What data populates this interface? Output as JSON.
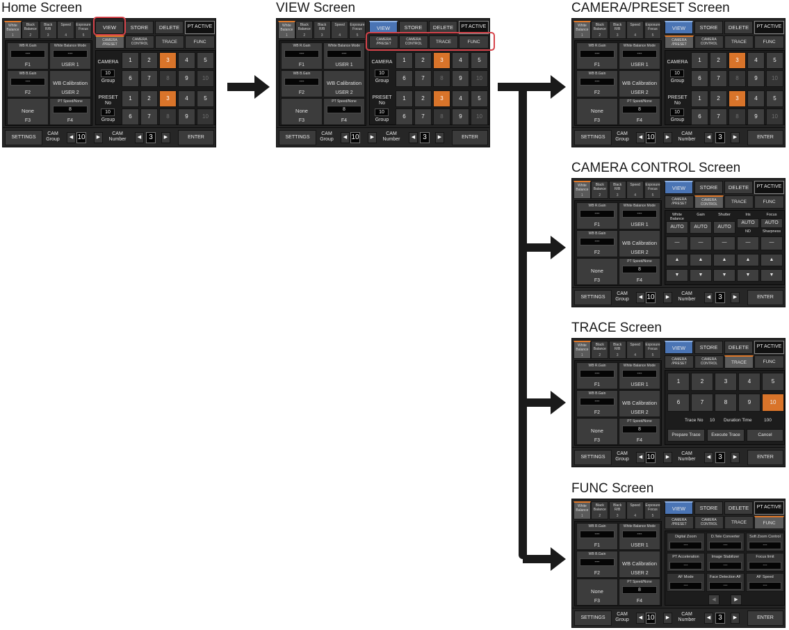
{
  "titles": {
    "home": {
      "main": "Home Screen",
      "suffix": ""
    },
    "view": {
      "main": "VIEW",
      "suffix": "Screen"
    },
    "camera_preset": {
      "main": "CAMERA/PRESET",
      "suffix": "Screen"
    },
    "camera_control": {
      "main": "CAMERA CONTROL",
      "suffix": "Screen"
    },
    "trace": {
      "main": "TRACE",
      "suffix": "Screen"
    },
    "func": {
      "main": "FUNC",
      "suffix": "Screen"
    }
  },
  "top_tabs": [
    {
      "l1": "White",
      "l2": "Balance",
      "num": "1"
    },
    {
      "l1": "Black",
      "l2": "Balance",
      "num": "2"
    },
    {
      "l1": "Black",
      "l2": "R/B",
      "num": "3"
    },
    {
      "l1": "Speed",
      "l2": "",
      "num": "4"
    },
    {
      "l1": "Exposure",
      "l2": "Focus",
      "num": "5"
    }
  ],
  "left_panel": {
    "c1": {
      "head": "WB R.Gain",
      "value": "---",
      "key": "F1"
    },
    "c2": {
      "head": "White Balance Mode",
      "value": "---",
      "key": "USER 1"
    },
    "c3": {
      "head": "WB B.Gain",
      "value": "---",
      "key": "F2"
    },
    "c4": {
      "big": "WB Calibration",
      "key": "USER 2"
    },
    "c5": {
      "big": "None",
      "key": "F3"
    },
    "c6": {
      "head": "PT Speed/None",
      "value": "8",
      "key": "F4"
    }
  },
  "nav": {
    "view": "VIEW",
    "store": "STORE",
    "delete": "DELETE",
    "pt": "PT ACTIVE"
  },
  "sub_tabs": {
    "camera_preset_1": "CAMERA",
    "camera_preset_2": "/PRESET",
    "camera_control_1": "CAMERA",
    "camera_control_2": "CONTROL",
    "trace": "TRACE",
    "func": "FUNC"
  },
  "camera_preset": {
    "camera_label": "CAMERA",
    "preset_label_1": "PRESET",
    "preset_label_2": "No",
    "group_label": "Group",
    "group_value": "10",
    "nums": [
      "1",
      "2",
      "3",
      "4",
      "5",
      "6",
      "7",
      "8",
      "9",
      "10"
    ]
  },
  "camera_control": {
    "headers": [
      "White Balance",
      "Gain",
      "Shutter",
      "Iris",
      "Focus"
    ],
    "auto": "AUTO",
    "nd": "ND",
    "sharpness": "Sharpness",
    "dash": "—",
    "up": "▲",
    "down": "▼"
  },
  "trace": {
    "nums": [
      "1",
      "2",
      "3",
      "4",
      "5",
      "6",
      "7",
      "8",
      "9",
      "10"
    ],
    "trace_no_label": "Trace No",
    "trace_no": "10",
    "duration_label": "Duration Time",
    "duration": "100",
    "prepare": "Prepare Trace",
    "execute": "Execute Trace",
    "cancel": "Cancel"
  },
  "func": {
    "cells": [
      {
        "head": "Digital Zoom",
        "value": "---"
      },
      {
        "head": "D.Tele Converter",
        "value": "---"
      },
      {
        "head": "Soft Zoom Control",
        "value": "---"
      },
      {
        "head": "PT Acceleration",
        "value": "---"
      },
      {
        "head": "Image Stabilizer",
        "value": "---"
      },
      {
        "head": "Focus limit",
        "value": "---"
      },
      {
        "head": "AF Mode",
        "value": "---"
      },
      {
        "head": "Face Detection AF",
        "value": "---"
      },
      {
        "head": "AF Speed",
        "value": "---"
      }
    ],
    "prev": "◀",
    "next": "▶"
  },
  "bottom": {
    "settings": "SETTINGS",
    "cam": "CAM",
    "group": "Group",
    "number": "Number",
    "group_value": "10",
    "number_value": "3",
    "left": "◀",
    "right": "▶",
    "enter": "ENTER"
  },
  "colors": {
    "accent": "#d9742a",
    "view_active": "#4a74b4",
    "highlight": "#d6434a",
    "arrow": "#1a1a1a"
  }
}
